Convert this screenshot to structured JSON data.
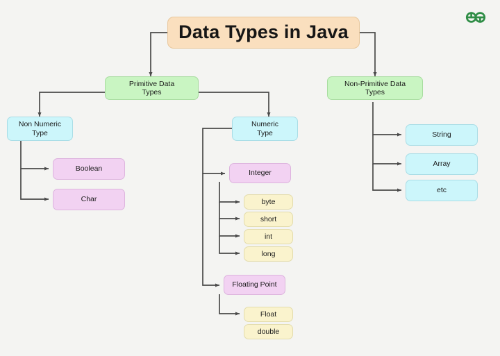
{
  "diagram": {
    "title": "Data Types in Java",
    "background_color": "#f4f4f2",
    "logo": {
      "name": "geeksforgeeks-logo",
      "color": "#2f8d46"
    },
    "connector_color": "#4a4a4a",
    "palette": {
      "title_box": "#fadfbe",
      "green": "#c9f5c2",
      "cyan": "#ccf6fb",
      "purple": "#f2d2f2",
      "cream": "#faf3cd"
    },
    "nodes": {
      "root": "Data Types in Java",
      "primitive": "Primitive Data\nTypes",
      "non_primitive": "Non-Primitive Data\nTypes",
      "non_numeric": "Non Numeric\nType",
      "numeric": "Numeric\nType",
      "boolean": "Boolean",
      "char": "Char",
      "integer": "Integer",
      "byte": "byte",
      "short": "short",
      "int": "int",
      "long": "long",
      "floating_point": "Floating Point",
      "float": "Float",
      "double": "double",
      "string": "String",
      "array": "Array",
      "etc": "etc"
    }
  }
}
